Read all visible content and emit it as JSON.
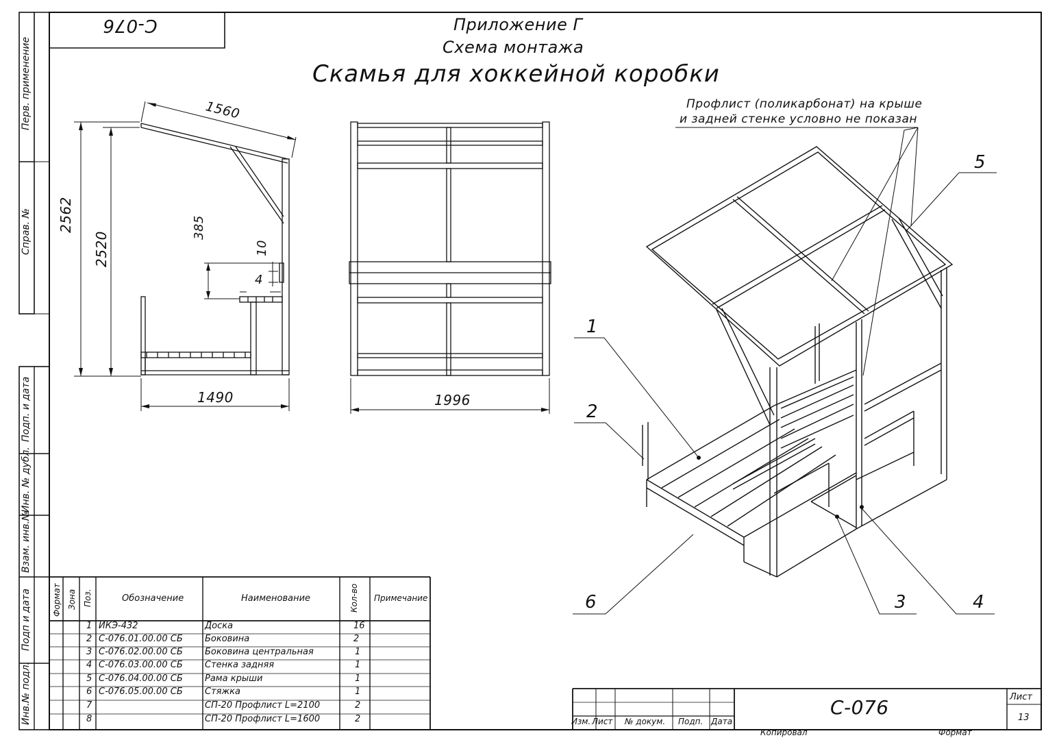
{
  "stamp_top": "С-076",
  "header": {
    "appendix": "Приложение Г",
    "scheme": "Схема монтажа",
    "title": "Скамья для хоккейной коробки"
  },
  "note": {
    "line1": "Профлист (поликарбонат) на крыше",
    "line2": "и задней стенке условно не показан"
  },
  "side_labels": {
    "perv": "Перв. применение",
    "sprav": "Справ. №",
    "podp_data1": "Подп. и дата",
    "inv_dubl": "Инв. № дубл.",
    "vzam": "Взам. инв.№",
    "podp_data2": "Подп и дата",
    "inv_podl": "Инв.№ подл."
  },
  "dimensions": {
    "roof_len": "1560",
    "h_total": "2562",
    "h_frame": "2520",
    "d385": "385",
    "d10": "10",
    "d4": "4",
    "w_side": "1490",
    "w_front": "1996"
  },
  "callouts": [
    "1",
    "2",
    "3",
    "4",
    "5",
    "6"
  ],
  "spec": {
    "headers": {
      "format": "Формат",
      "zone": "Зона",
      "pos": "Поз.",
      "designation": "Обозначение",
      "name": "Наименование",
      "qty": "Кол-во",
      "note": "Примечание"
    },
    "rows": [
      {
        "pos": "1",
        "designation": "ИКЭ-432",
        "name": "Доска",
        "qty": "16"
      },
      {
        "pos": "2",
        "designation": "С-076.01.00.00 СБ",
        "name": "Боковина",
        "qty": "2"
      },
      {
        "pos": "3",
        "designation": "С-076.02.00.00 СБ",
        "name": "Боковина центральная",
        "qty": "1"
      },
      {
        "pos": "4",
        "designation": "С-076.03.00.00 СБ",
        "name": "Стенка задняя",
        "qty": "1"
      },
      {
        "pos": "5",
        "designation": "С-076.04.00.00 СБ",
        "name": "Рама крыши",
        "qty": "1"
      },
      {
        "pos": "6",
        "designation": "С-076.05.00.00 СБ",
        "name": "Стяжка",
        "qty": "1"
      },
      {
        "pos": "7",
        "designation": "",
        "name": "СП-20 Профлист L=2100",
        "qty": "2"
      },
      {
        "pos": "8",
        "designation": "",
        "name": "СП-20 Профлист L=1600",
        "qty": "2"
      }
    ]
  },
  "title_block": {
    "izm_list": "Изм.",
    "list": "Лист",
    "doc_no": "№ докум.",
    "podp": "Подп.",
    "data": "Дата",
    "designation": "С-076",
    "sheet_label": "Лист",
    "sheet_no": "13",
    "copied": "Копировал",
    "format": "Формат"
  }
}
